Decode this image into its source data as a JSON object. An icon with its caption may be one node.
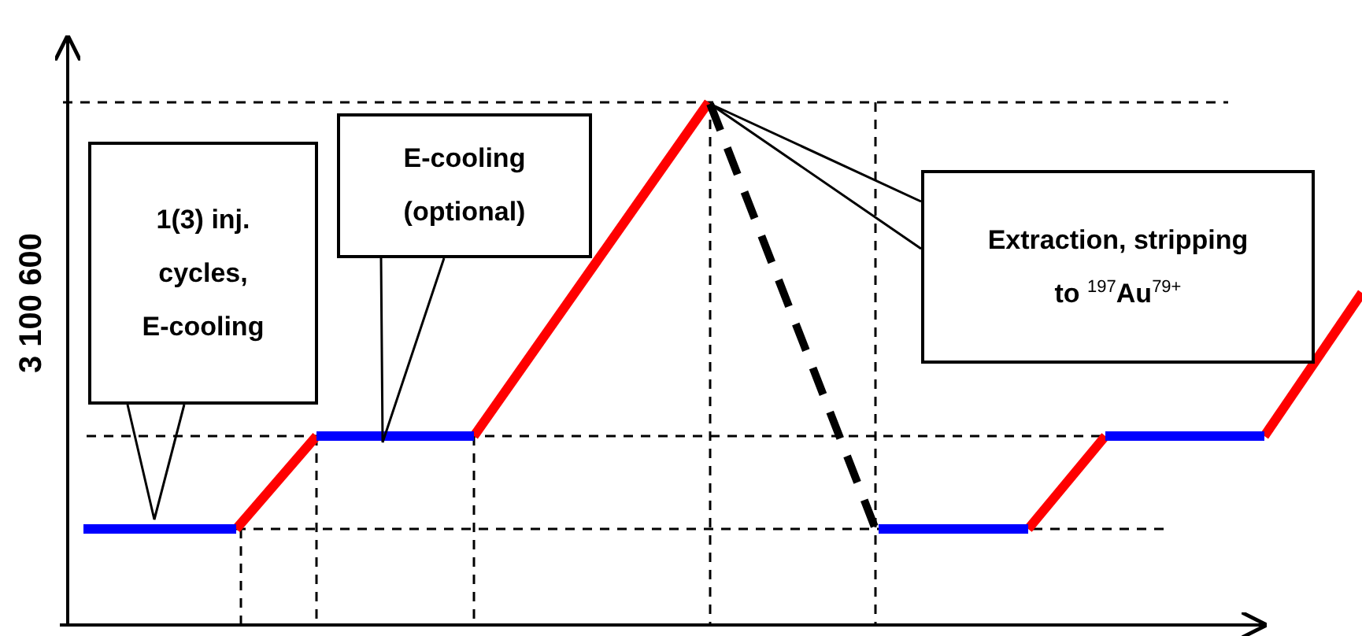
{
  "diagram": {
    "nodes": [
      {
        "text": [
          "1(3) inj. cycles, E-cooling"
        ]
      },
      {
        "text": [
          "E-cooling (optional)"
        ]
      },
      {
        "text": [
          "Extraction, stripping to $^{197}$Au$^{79+}$"
        ]
      }
    ],
    "edges": [
      {
        "from": 0,
        "to": null,
        "arrow": "none"
      },
      {
        "from": 1,
        "to": null,
        "arrow": "none"
      },
      {
        "from": 2,
        "to": null,
        "arrow": "none"
      }
    ],
    "labels": [
      "3 100 600"
    ]
  }
}
